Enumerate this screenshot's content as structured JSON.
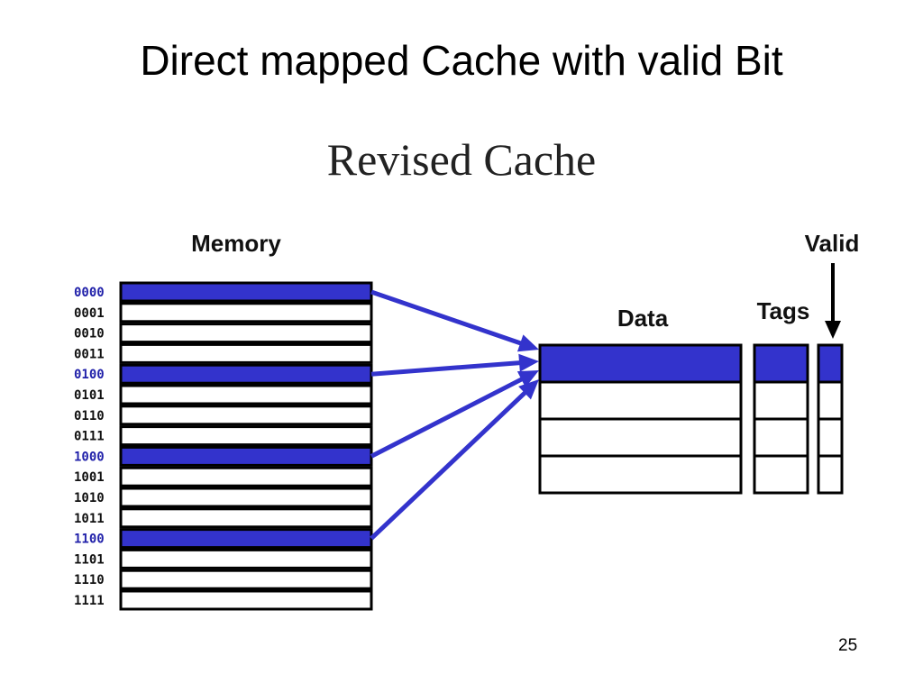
{
  "slide": {
    "title": "Direct mapped Cache with valid Bit",
    "page_number": "25"
  },
  "diagram": {
    "title": "Revised Cache",
    "memory_label": "Memory",
    "data_label": "Data",
    "tags_label": "Tags",
    "valid_label": "Valid",
    "memory_addresses": [
      "0000",
      "0001",
      "0010",
      "0011",
      "0100",
      "0101",
      "0110",
      "0111",
      "1000",
      "1001",
      "1010",
      "1011",
      "1100",
      "1101",
      "1110",
      "1111"
    ],
    "highlighted_addresses": [
      "0000",
      "0100",
      "1000",
      "1100"
    ],
    "cache_rows": 4,
    "highlighted_cache_row": 0,
    "colors": {
      "highlight_fill": "#3333cc",
      "highlight_address_text": "#2222aa",
      "arrow": "#3333cc",
      "outline": "#000000"
    }
  }
}
